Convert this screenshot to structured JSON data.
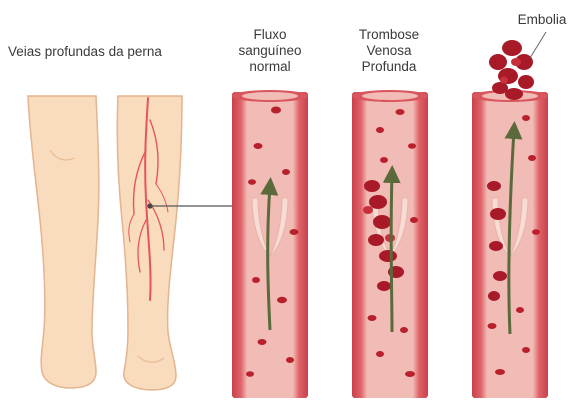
{
  "labels": {
    "legs": "Veias profundas da perna",
    "normal": [
      "Fluxo",
      "sanguíneo",
      "normal"
    ],
    "dvt": [
      "Trombose",
      "Venosa",
      "Profunda"
    ],
    "embolism": "Embolia"
  },
  "colors": {
    "skin": "#f9dcbd",
    "skin_outline": "#e3b48e",
    "vein": "#e8545a",
    "vessel_wall": "#d8565e",
    "vessel_lumen": "#f0b7b3",
    "vessel_inner": "#f6cdc9",
    "blood_cell": "#b8202c",
    "clot": "#a81a28",
    "flow_arrow": "#5a6a3a",
    "valve": "#f7dcd4"
  },
  "icons": [
    "flow-arrow-icon",
    "blood-cell-icon",
    "clot-icon"
  ]
}
